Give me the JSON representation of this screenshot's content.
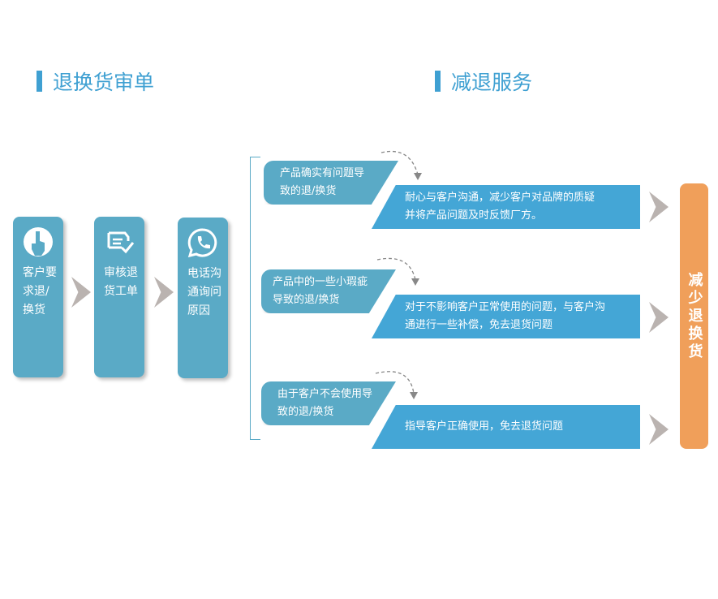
{
  "sections": {
    "left_title": "退换货审单",
    "right_title": "减退服务"
  },
  "steps": [
    {
      "icon": "hand-pointer-icon",
      "label": "客户要求退/换货"
    },
    {
      "icon": "document-check-icon",
      "label": "审核退货工单"
    },
    {
      "icon": "phone-chat-icon",
      "label": "电话沟通询问原因"
    }
  ],
  "cases": [
    {
      "cause": "产品确实有问题导致的退/换货",
      "solution_line1": "耐心与客户沟通，减少客户对品牌的质疑",
      "solution_line2": "并将产品问题及时反馈厂方。"
    },
    {
      "cause": "产品中的一些小瑕疵导致的退/换货",
      "solution_line1": "对于不影响客户正常使用的问题，与客户沟",
      "solution_line2": "通进行一些补偿，免去退货问题"
    },
    {
      "cause": "由于客户不会使用导致的退/换货",
      "solution_line1": "指导客户正确使用，免去退货问题",
      "solution_line2": ""
    }
  ],
  "result": "减少退换货",
  "colors": {
    "title": "#3fa0d2",
    "card": "#5aaac6",
    "solution": "#44a6d6",
    "result": "#f09f5a",
    "arrow": "#bab3b0"
  }
}
